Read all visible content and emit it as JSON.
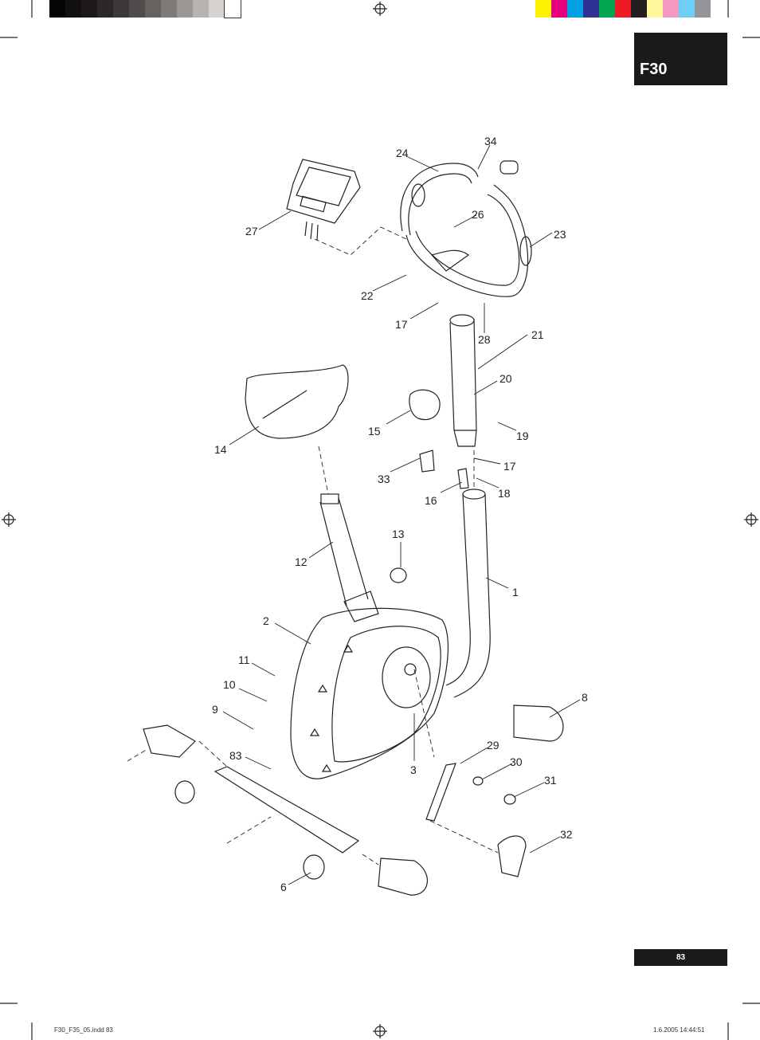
{
  "header": {
    "model_tab": "F30",
    "gray_swatches": [
      "#050505",
      "#111111",
      "#1e1a19",
      "#2b2726",
      "#3c3837",
      "#504c4b",
      "#66625f",
      "#7f7a77",
      "#9c9793",
      "#b8b3ae",
      "#d6d2cd",
      "#ffffff"
    ],
    "color_swatches": [
      "#fff200",
      "#e6007e",
      "#00a0e3",
      "#2e3192",
      "#00a651",
      "#ed1c24",
      "#231f20",
      "#fff799",
      "#f49ac1",
      "#6dcff6",
      "#939598"
    ]
  },
  "diagram": {
    "part_labels": [
      {
        "id": "1",
        "text": "1"
      },
      {
        "id": "2",
        "text": "2"
      },
      {
        "id": "3",
        "text": "3"
      },
      {
        "id": "6",
        "text": "6"
      },
      {
        "id": "8",
        "text": "8"
      },
      {
        "id": "9",
        "text": "9"
      },
      {
        "id": "10",
        "text": "10"
      },
      {
        "id": "11",
        "text": "11"
      },
      {
        "id": "12",
        "text": "12"
      },
      {
        "id": "13",
        "text": "13"
      },
      {
        "id": "14",
        "text": "14"
      },
      {
        "id": "15",
        "text": "15"
      },
      {
        "id": "16",
        "text": "16"
      },
      {
        "id": "17a",
        "text": "17"
      },
      {
        "id": "17b",
        "text": "17"
      },
      {
        "id": "18",
        "text": "18"
      },
      {
        "id": "19",
        "text": "19"
      },
      {
        "id": "20",
        "text": "20"
      },
      {
        "id": "21",
        "text": "21"
      },
      {
        "id": "22",
        "text": "22"
      },
      {
        "id": "23",
        "text": "23"
      },
      {
        "id": "24",
        "text": "24"
      },
      {
        "id": "26",
        "text": "26"
      },
      {
        "id": "27",
        "text": "27"
      },
      {
        "id": "28",
        "text": "28"
      },
      {
        "id": "29",
        "text": "29"
      },
      {
        "id": "30",
        "text": "30"
      },
      {
        "id": "31",
        "text": "31"
      },
      {
        "id": "32",
        "text": "32"
      },
      {
        "id": "33",
        "text": "33"
      },
      {
        "id": "34",
        "text": "34"
      },
      {
        "id": "83",
        "text": "83"
      }
    ]
  },
  "footer": {
    "page_number": "83",
    "file_slug": "F30_F35_05.indd   83",
    "date_slug": "1.6.2005   14:44:51"
  }
}
